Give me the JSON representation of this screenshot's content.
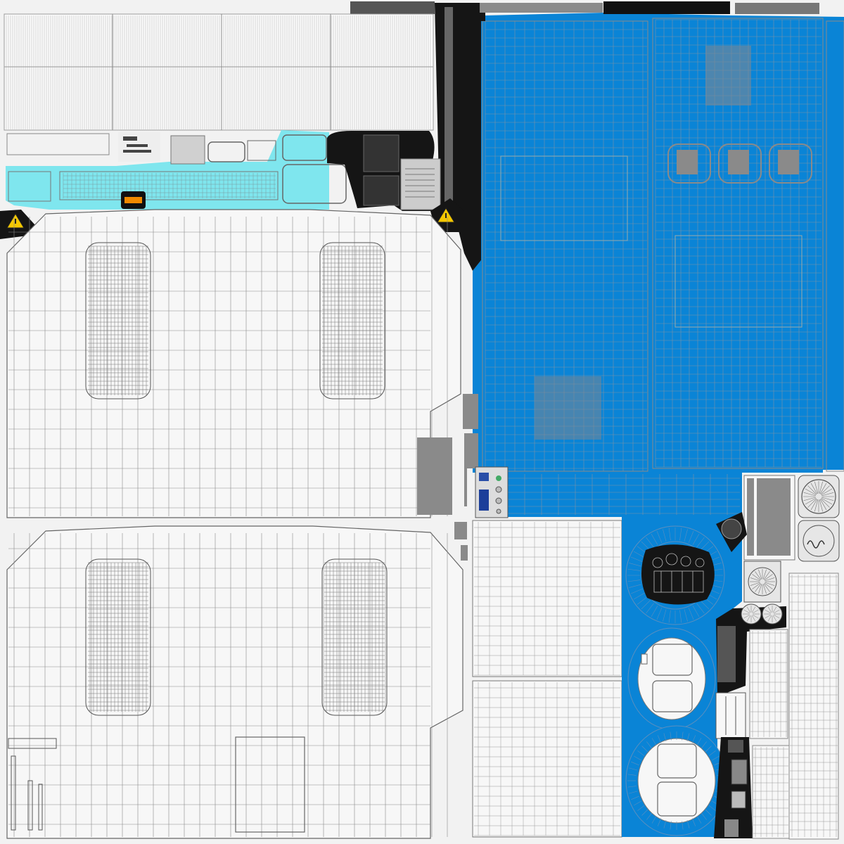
{
  "colors": {
    "background": "#f2f2f2",
    "blue_panel": "#0a84d6",
    "cyan_strip": "#7fe6ee",
    "black_mask": "#151515",
    "wire_gray": "#8a8a8a",
    "wire_dark": "#5a5a5a",
    "warning_yellow": "#f5c800",
    "label_orange": "#f08a00"
  },
  "icons": {
    "warning_sign": "warning-triangle-icon",
    "fan_grille": "fan-grille-icon",
    "label_plate": "label-plate-icon"
  },
  "texture_regions": [
    {
      "name": "top-left-ribbed-panel",
      "kind": "wireframe"
    },
    {
      "name": "cyan-detail-strip",
      "kind": "wireframe"
    },
    {
      "name": "left-upper-cabinet-face",
      "kind": "wireframe"
    },
    {
      "name": "left-lower-cabinet-face",
      "kind": "wireframe"
    },
    {
      "name": "blue-top-panel",
      "kind": "wireframe"
    },
    {
      "name": "blue-round-shells",
      "kind": "wireframe"
    },
    {
      "name": "mid-lower-side-panels",
      "kind": "wireframe"
    },
    {
      "name": "small-parts-column",
      "kind": "wireframe"
    }
  ]
}
